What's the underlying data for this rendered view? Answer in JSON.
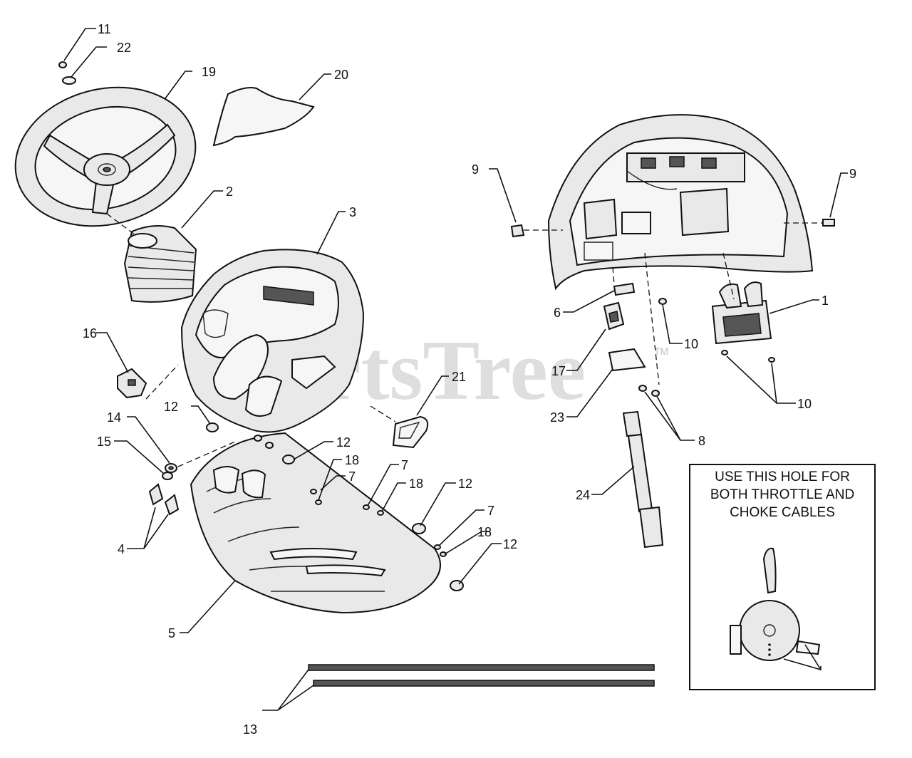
{
  "watermark": {
    "text": "PartsTree",
    "tm": "TM"
  },
  "note": {
    "line1": "USE THIS HOLE FOR",
    "line2": "BOTH THROTTLE AND",
    "line3": "CHOKE CABLES"
  },
  "callouts": {
    "c1": "1",
    "c2": "2",
    "c3": "3",
    "c4": "4",
    "c5": "5",
    "c6": "6",
    "c7a": "7",
    "c7b": "7",
    "c7c": "7",
    "c8": "8",
    "c9a": "9",
    "c9b": "9",
    "c10a": "10",
    "c10b": "10",
    "c11": "11",
    "c12a": "12",
    "c12b": "12",
    "c12c": "12",
    "c12d": "12",
    "c13": "13",
    "c14": "14",
    "c15": "15",
    "c16": "16",
    "c17": "17",
    "c18a": "18",
    "c18b": "18",
    "c18c": "18",
    "c19": "19",
    "c20": "20",
    "c21": "21",
    "c22": "22",
    "c23": "23",
    "c24": "24"
  },
  "icons": [
    "steering-wheel-icon",
    "dash-panel-icon",
    "throttle-lever-icon"
  ]
}
